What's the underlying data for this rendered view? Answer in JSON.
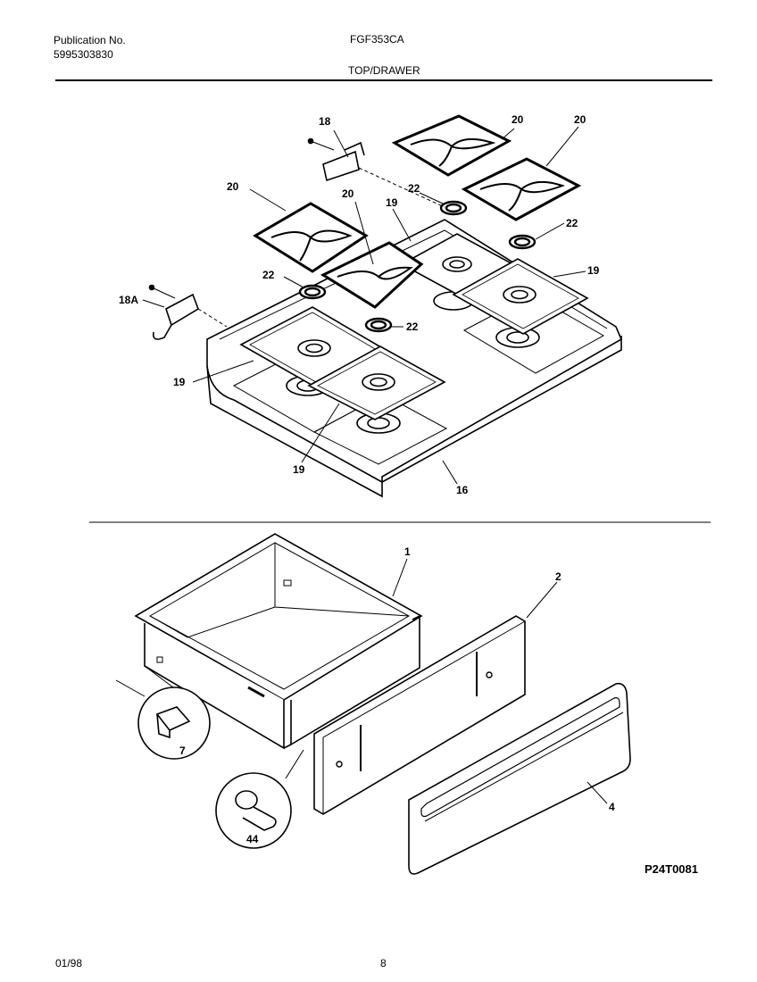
{
  "header": {
    "publication_label": "Publication No.",
    "publication_number": "5995303830",
    "model": "FGF353CA",
    "section_title": "TOP/DRAWER"
  },
  "callouts": {
    "c18": "18",
    "c18a": "18A",
    "c20a": "20",
    "c20b": "20",
    "c20c": "20",
    "c20d": "20",
    "c19a": "19",
    "c19b": "19",
    "c19c": "19",
    "c19d": "19",
    "c22a": "22",
    "c22b": "22",
    "c22c": "22",
    "c22d": "22",
    "c16": "16",
    "c1": "1",
    "c2": "2",
    "c4": "4",
    "c7": "7",
    "c44": "44"
  },
  "diagram_code": "P24T0081",
  "footer": {
    "date": "01/98",
    "page": "8"
  }
}
